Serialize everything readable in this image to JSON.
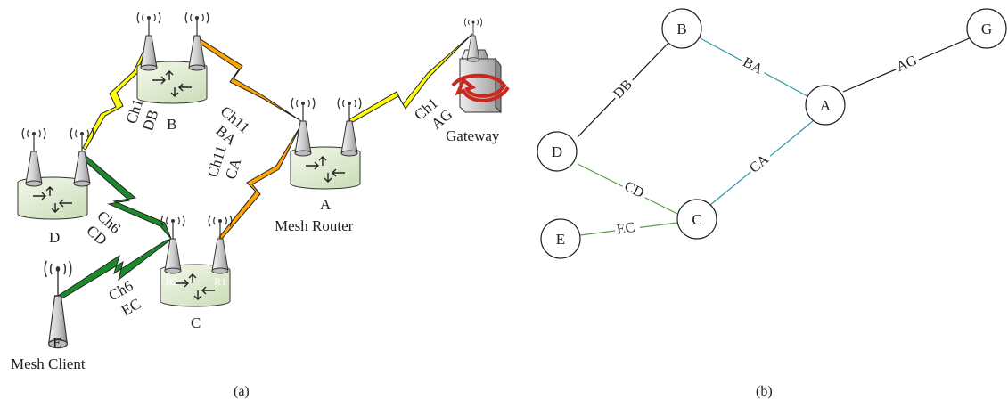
{
  "panel_a": {
    "caption": "(a)",
    "devices": {
      "B": {
        "label": "B"
      },
      "D": {
        "label": "D"
      },
      "A": {
        "label": "A",
        "role": "Mesh Router"
      },
      "C": {
        "label": "C",
        "radio_left": "R2",
        "radio_right": "R1"
      },
      "E": {
        "label": "E",
        "role": "Mesh Client"
      },
      "G": {
        "label": "Gateway"
      }
    },
    "links": {
      "DB": {
        "channel": "Ch1",
        "name": "DB",
        "color": "#ffff00"
      },
      "BA": {
        "channel": "Ch11",
        "name": "BA",
        "color": "#ffa500"
      },
      "AG": {
        "channel": "Ch1",
        "name": "AG",
        "color": "#ffff00"
      },
      "CA": {
        "channel": "Ch11",
        "name": "CA",
        "color": "#ffa500"
      },
      "CD": {
        "channel": "Ch6",
        "name": "CD",
        "color": "#1a8a2a"
      },
      "EC": {
        "channel": "Ch6",
        "name": "EC",
        "color": "#1a8a2a"
      }
    },
    "antenna_glyph": "((·))"
  },
  "panel_b": {
    "caption": "(b)",
    "nodes": [
      "B",
      "G",
      "A",
      "D",
      "C",
      "E"
    ],
    "edges": {
      "DB": {
        "label": "DB",
        "color": "#111111"
      },
      "BA": {
        "label": "BA",
        "color": "#2a9aa6"
      },
      "AG": {
        "label": "AG",
        "color": "#111111"
      },
      "CA": {
        "label": "CA",
        "color": "#2a9aa6"
      },
      "CD": {
        "label": "CD",
        "color": "#5a9a4a"
      },
      "EC": {
        "label": "EC",
        "color": "#5a9a4a"
      }
    }
  }
}
